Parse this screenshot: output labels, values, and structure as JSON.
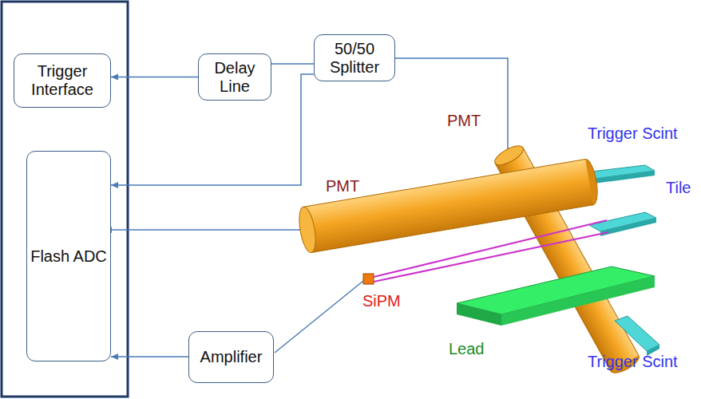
{
  "diagram": {
    "nodes": [
      {
        "text": [
          "Trigger Interface"
        ]
      },
      {
        "text": [
          "Delay Line"
        ]
      },
      {
        "text": [
          "50/50 Splitter"
        ]
      },
      {
        "text": [
          "Flash ADC"
        ]
      },
      {
        "text": [
          "Amplifier"
        ]
      }
    ],
    "edges": [
      {
        "from": 2,
        "to": 1,
        "arrow": "none"
      },
      {
        "from": 1,
        "to": 0,
        "arrow": "to"
      },
      {
        "from": 2,
        "to": 3,
        "arrow": "to"
      },
      {
        "from": 4,
        "to": 3,
        "arrow": "to"
      }
    ],
    "labels": [
      "PMT",
      "PMT",
      "Trigger Scint",
      "Tile",
      "SiPM",
      "Lead",
      "Trigger Scint"
    ]
  }
}
